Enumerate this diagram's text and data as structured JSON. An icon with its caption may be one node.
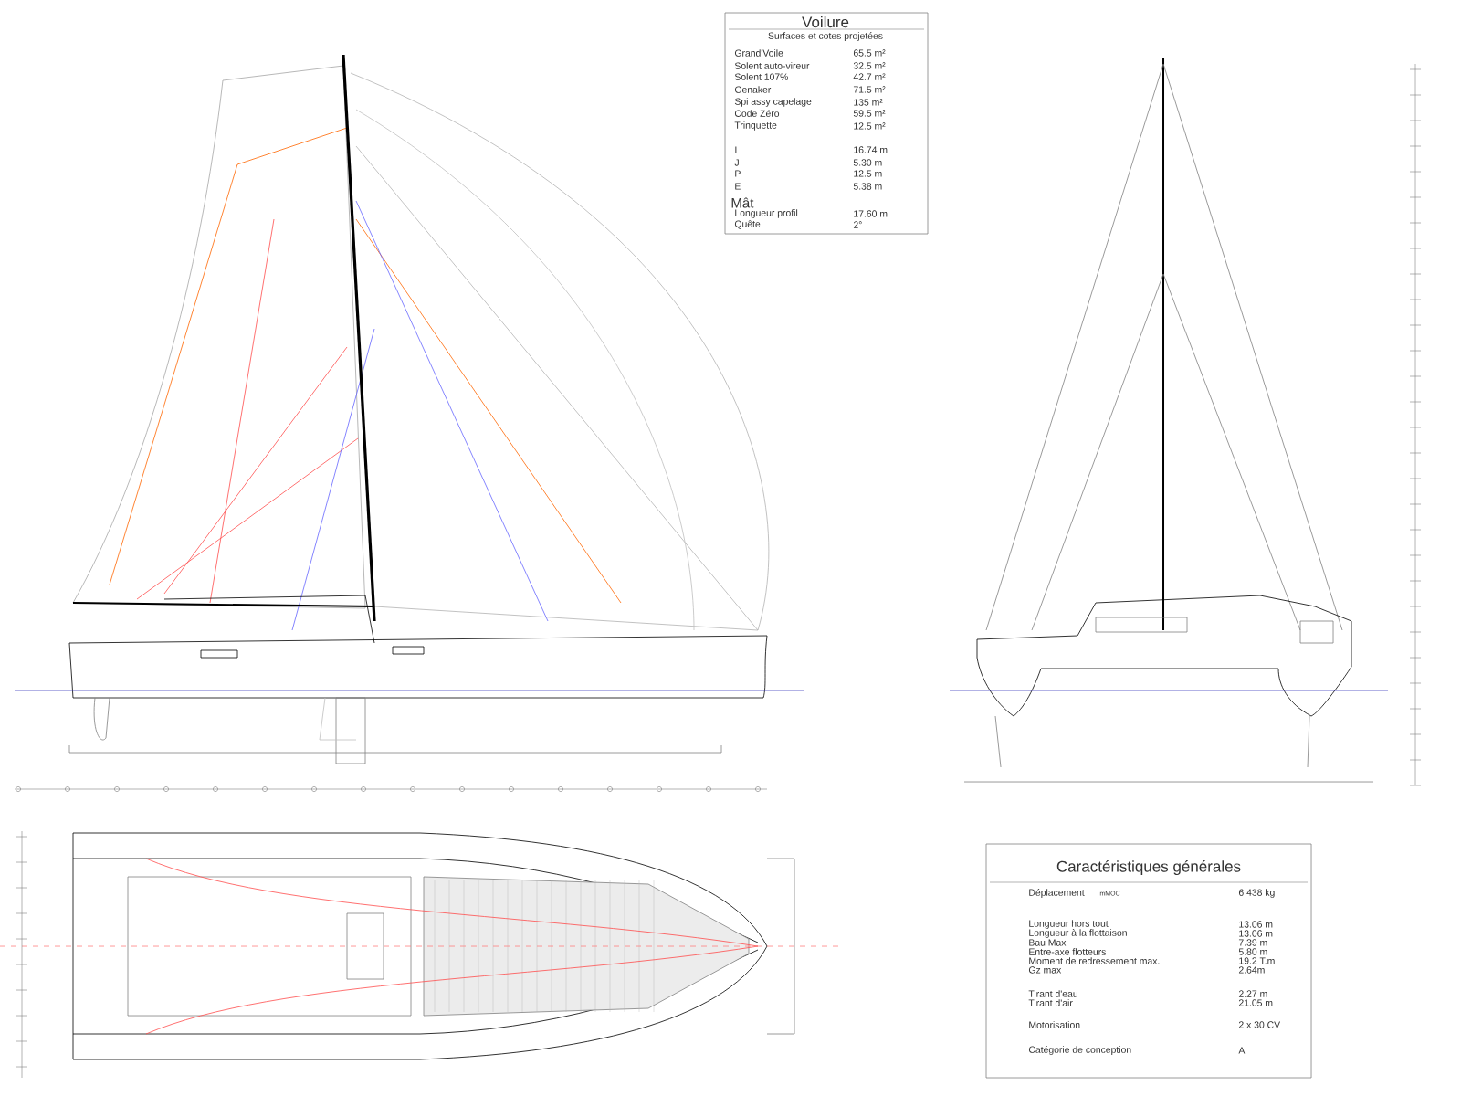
{
  "diagram": {
    "labels": [
      "Voilure",
      "Surfaces et cotes projetées",
      "Grand'Voile",
      "65.5 m²",
      "Solent auto-vireur",
      "32.5 m²",
      "Solent 107%",
      "42.7 m²",
      "Genaker",
      "71.5 m²",
      "Spi assy capelage",
      "135 m²",
      "Code Zéro",
      "59.5 m²",
      "Trinquette",
      "12.5 m²",
      "I",
      "16.74 m",
      "J",
      "5.30 m",
      "P",
      "12.5 m",
      "E",
      "5.38 m",
      "Mât",
      "Longueur profil",
      "17.60 m",
      "Quête",
      "2°",
      "Caractéristiques générales",
      "Déplacement",
      "mMOC",
      "6 438 kg",
      "Longueur hors tout",
      "13.06 m",
      "Longueur à la flottaison",
      "13.06 m",
      "Bau Max",
      "7.39 m",
      "Entre-axe flotteurs",
      "5.80 m",
      "Moment de redressement max.",
      "19.2 T.m",
      "Gz max",
      "2.64m",
      "Tirant d'eau",
      "2.27 m",
      "Tirant d'air",
      "21.05 m",
      "Motorisation",
      "2 x 30 CV",
      "Catégorie de conception",
      "A"
    ]
  }
}
